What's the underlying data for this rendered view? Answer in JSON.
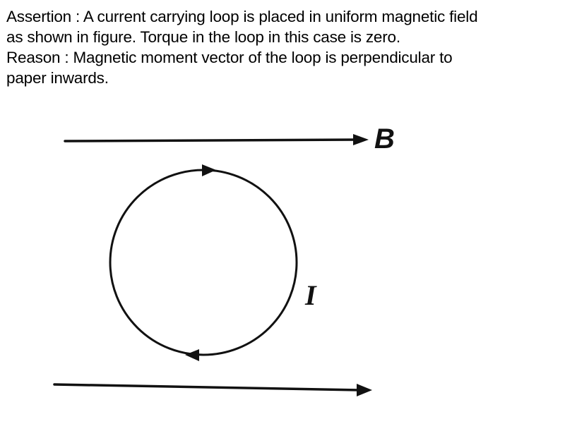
{
  "question": {
    "assertion_line1": "Assertion : A current carrying loop is placed in uniform magnetic field",
    "assertion_line2": "as shown in figure. Torque in the loop in this case is zero.",
    "reason_line1": "Reason : Magnetic moment vector of the loop is perpendicular to",
    "reason_line2": "paper inwards."
  },
  "figure": {
    "field_label": "B",
    "current_label": "I",
    "field_direction": "left-to-right",
    "current_direction": "clockwise",
    "stroke_color": "#111111"
  }
}
